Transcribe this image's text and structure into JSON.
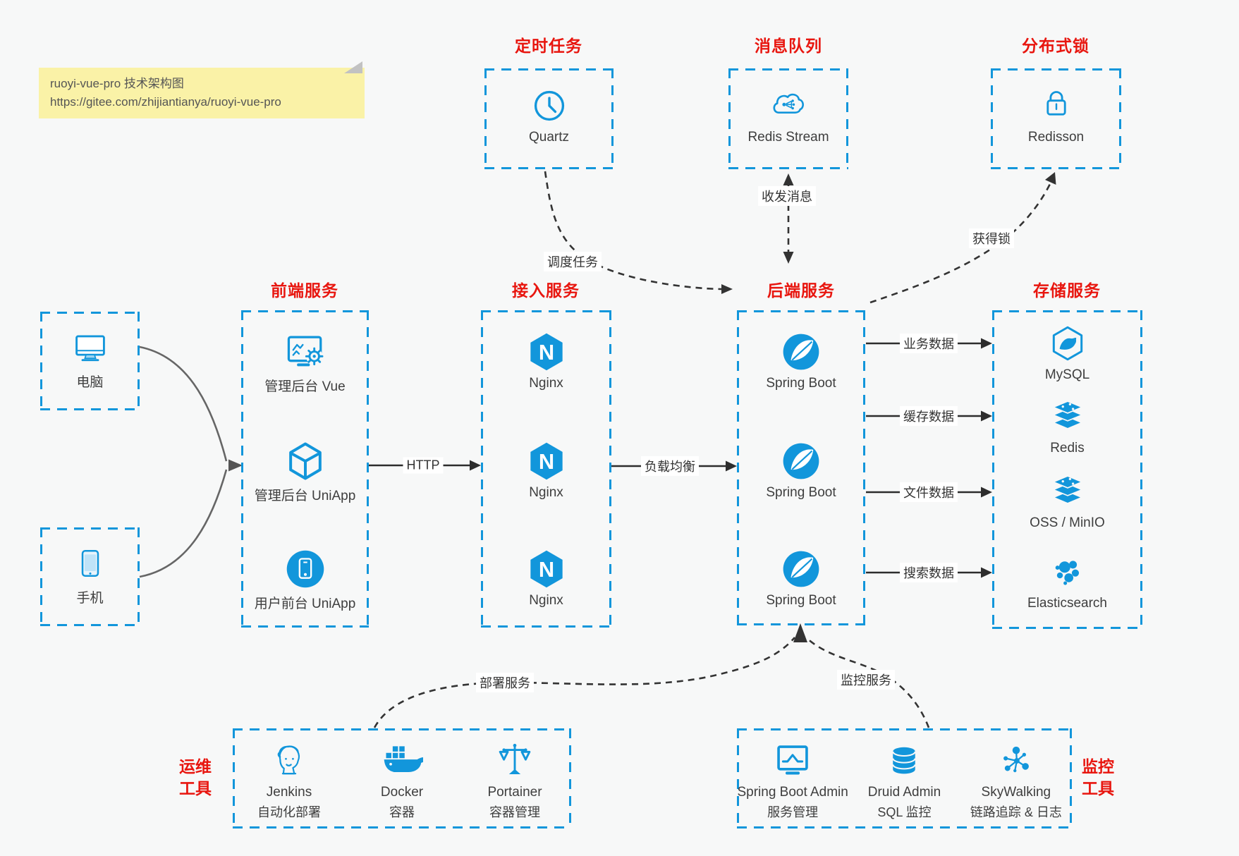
{
  "colors": {
    "page_bg": "#f7f8f8",
    "accent_blue": "#1296db",
    "accent_red": "#e8160f",
    "note_bg": "#faf2a7"
  },
  "note": {
    "line1": "ruoyi-vue-pro 技术架构图",
    "line2": "https://gitee.com/zhijiantianya/ruoyi-vue-pro"
  },
  "top_groups": [
    {
      "title": "定时任务",
      "item": {
        "label": "Quartz",
        "icon": "clock-icon"
      }
    },
    {
      "title": "消息队列",
      "item": {
        "label": "Redis Stream",
        "icon": "cloud-stream-icon"
      }
    },
    {
      "title": "分布式锁",
      "item": {
        "label": "Redisson",
        "icon": "lock-icon"
      }
    }
  ],
  "clients": [
    {
      "label": "电脑",
      "icon": "desktop-icon"
    },
    {
      "label": "手机",
      "icon": "phone-icon"
    }
  ],
  "columns": [
    {
      "title": "前端服务",
      "items": [
        {
          "label": "管理后台 Vue"
        },
        {
          "label": "管理后台 UniApp"
        },
        {
          "label": "用户前台 UniApp"
        }
      ]
    },
    {
      "title": "接入服务",
      "items": [
        {
          "label": "Nginx"
        },
        {
          "label": "Nginx"
        },
        {
          "label": "Nginx"
        }
      ]
    },
    {
      "title": "后端服务",
      "items": [
        {
          "label": "Spring Boot"
        },
        {
          "label": "Spring Boot"
        },
        {
          "label": "Spring Boot"
        }
      ]
    },
    {
      "title": "存储服务",
      "items": [
        {
          "label": "MySQL"
        },
        {
          "label": "Redis"
        },
        {
          "label": "OSS / MinIO"
        },
        {
          "label": "Elasticsearch"
        }
      ]
    }
  ],
  "bottom_groups": [
    {
      "title1": "运维",
      "title2": "工具",
      "items": [
        {
          "label": "Jenkins",
          "sub": "自动化部署"
        },
        {
          "label": "Docker",
          "sub": "容器"
        },
        {
          "label": "Portainer",
          "sub": "容器管理"
        }
      ]
    },
    {
      "title1": "监控",
      "title2": "工具",
      "items": [
        {
          "label": "Spring Boot Admin",
          "sub": "服务管理"
        },
        {
          "label": "Druid Admin",
          "sub": "SQL 监控"
        },
        {
          "label": "SkyWalking",
          "sub": "链路追踪 & 日志"
        }
      ]
    }
  ],
  "edges": {
    "http": "HTTP",
    "load_balance": "负载均衡",
    "schedule": "调度任务",
    "messages": "收发消息",
    "acquire_lock": "获得锁",
    "business_data": "业务数据",
    "cache_data": "缓存数据",
    "file_data": "文件数据",
    "search_data": "搜索数据",
    "deploy": "部署服务",
    "monitor": "监控服务"
  },
  "icon_letters": {
    "nginx": "N"
  }
}
